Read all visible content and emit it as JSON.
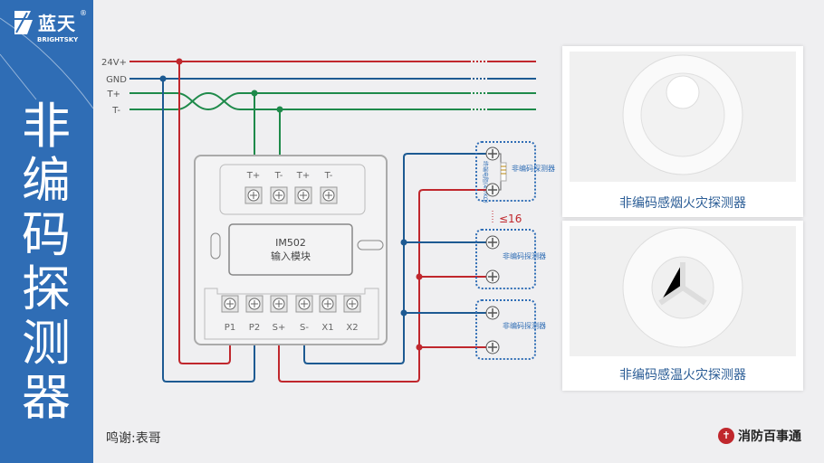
{
  "brand": {
    "name_cn": "蓝天",
    "name_en": "BRIGHTSKY",
    "registered": "®"
  },
  "sidebar": {
    "title": "非编码探测器"
  },
  "bus": {
    "labels": [
      "24V+",
      "GND",
      "T+",
      "T-"
    ]
  },
  "module": {
    "model": "IM502",
    "name": "输入模块",
    "top_terminals": [
      "T+",
      "T-",
      "T+",
      "T-"
    ],
    "bottom_terminals": [
      "P1",
      "P2",
      "S+",
      "S-",
      "X1",
      "X2"
    ]
  },
  "detectors": {
    "label": "非编码探测器",
    "resistor_label": "终端电阻(4.7KΩ)",
    "max_count": "≤16"
  },
  "products": [
    {
      "caption": "非编码感烟火灾探测器"
    },
    {
      "caption": "非编码感温火灾探测器"
    }
  ],
  "footer": {
    "credit": "鸣谢:表哥",
    "publisher": "消防百事通"
  },
  "colors": {
    "sidebar": "#2f6db5",
    "red": "#c0272d",
    "blue": "#1d5a92",
    "green": "#1e8a4a"
  }
}
